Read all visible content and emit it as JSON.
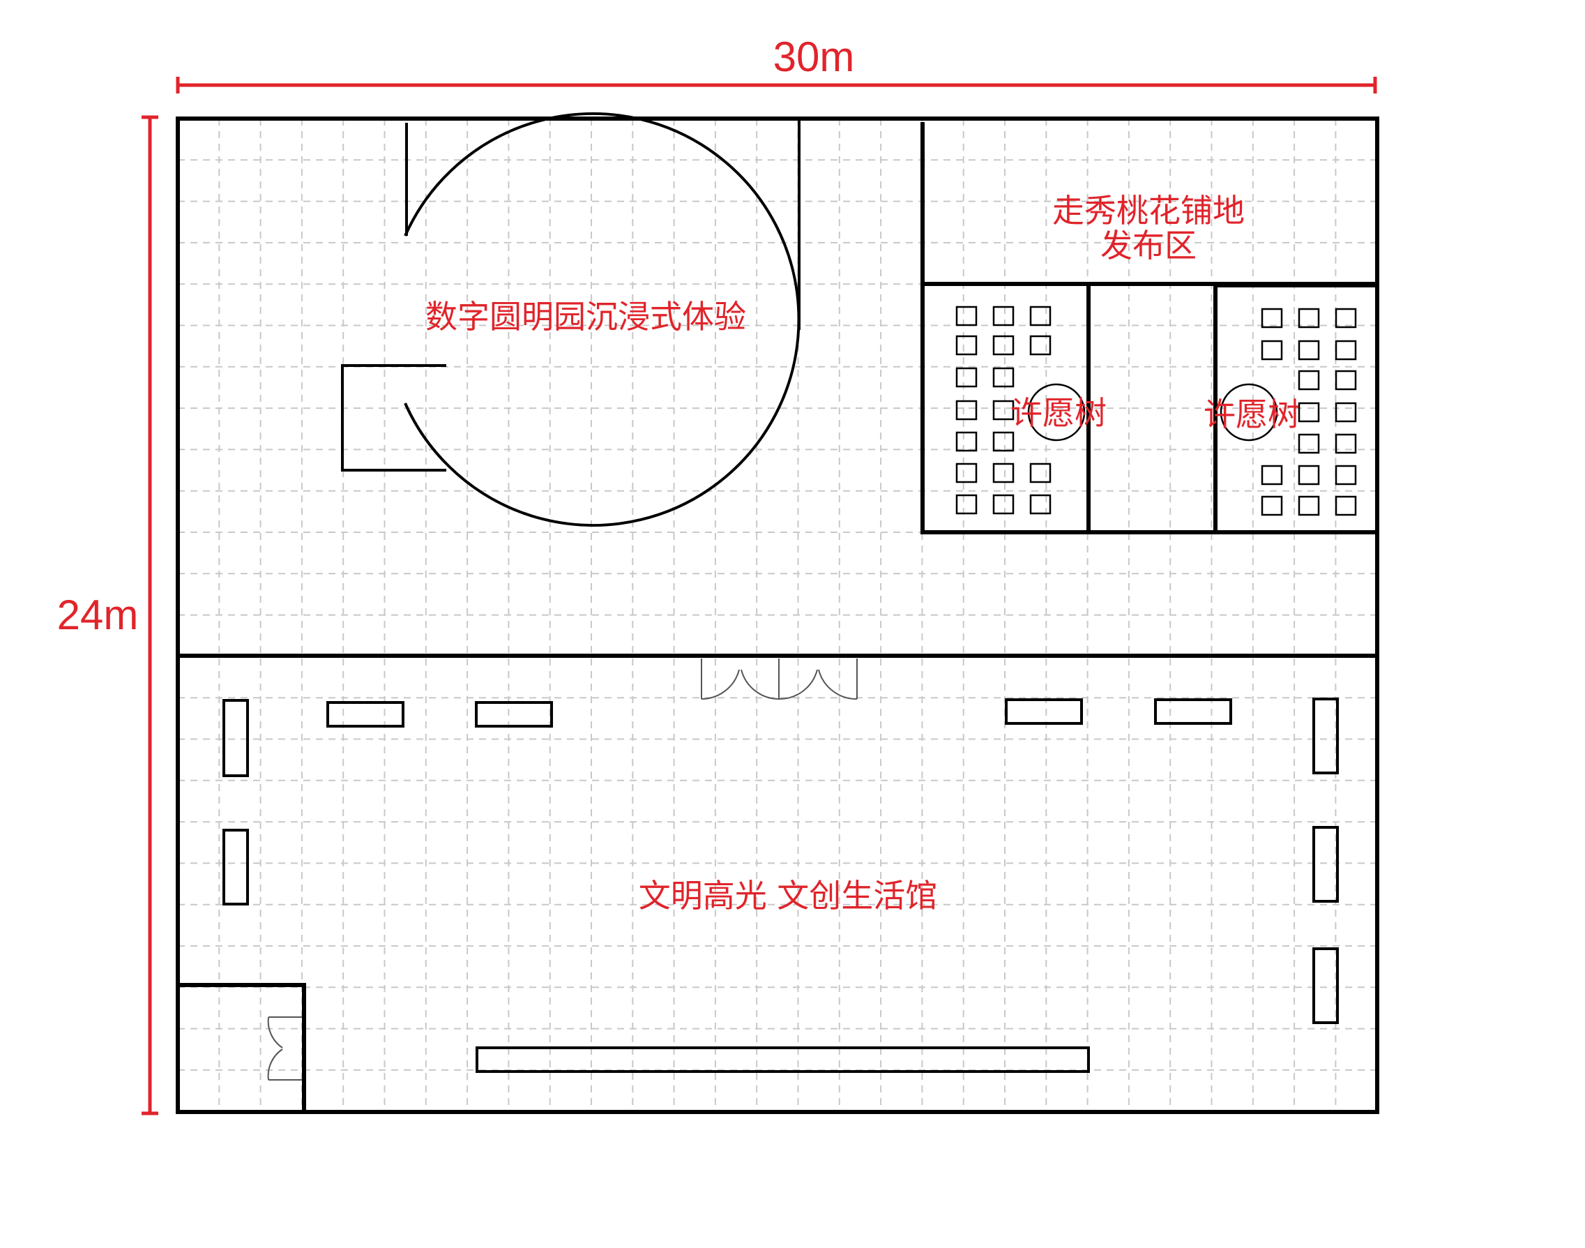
{
  "dimensions": {
    "width": "30m",
    "height": "24m"
  },
  "zones": {
    "immersive": "数字圆明园沉浸式体验",
    "runway_line1": "走秀桃花铺地",
    "runway_line2": "发布区",
    "wish_tree_left": "许愿树",
    "wish_tree_right": "许愿树",
    "hall": "文明高光 文创生活馆"
  },
  "colors": {
    "annotation": "#e0242b",
    "wall": "#000000",
    "grid": "#c8c8c8"
  }
}
